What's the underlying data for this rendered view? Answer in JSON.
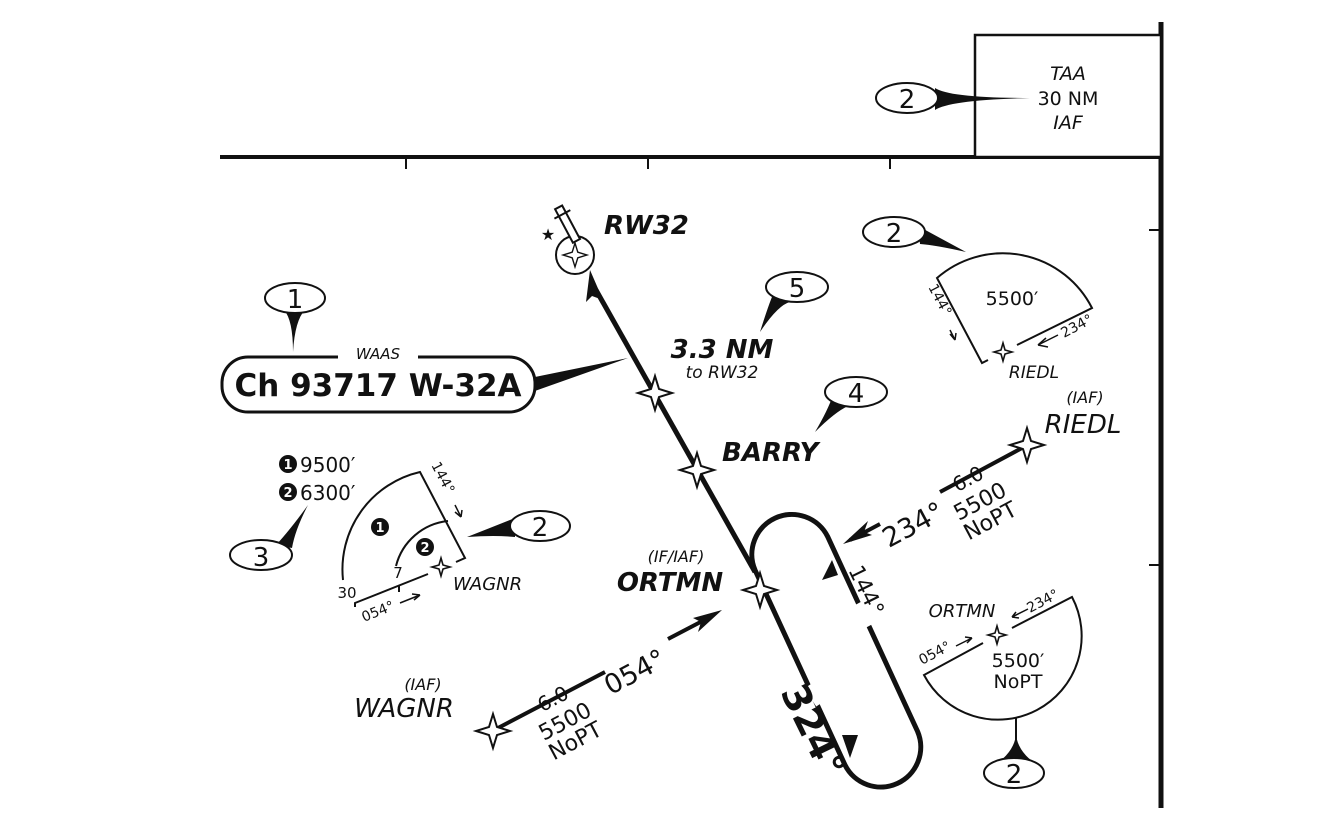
{
  "taa_box": {
    "line1": "TAA",
    "line2": "30 NM",
    "line3": "IAF"
  },
  "callouts": {
    "taa": "2",
    "channel": "1",
    "distance": "5",
    "barry": "4",
    "riedl_sector": "2",
    "wagnr_sector": "2",
    "altitudes": "3",
    "ortmn_sector": "2"
  },
  "runway": {
    "label": "RW32"
  },
  "channel_box": {
    "caption": "WAAS",
    "text": "Ch 93717 W-32A"
  },
  "distance": {
    "value": "3.3 NM",
    "sub": "to RW32"
  },
  "fixes": {
    "barry": "BARRY",
    "ortmn": {
      "role": "(IF/IAF)",
      "name": "ORTMN"
    },
    "riedl": {
      "role": "(IAF)",
      "name": "RIEDL"
    },
    "wagnr": {
      "role": "(IAF)",
      "name": "WAGNR"
    }
  },
  "legs": {
    "riedl": {
      "course": "234°",
      "dist": "6.0",
      "alt": "5500",
      "note": "NoPT"
    },
    "wagnr": {
      "course": "054°",
      "dist": "6.0",
      "alt": "5500",
      "note": "NoPT"
    },
    "hold_out": "144°",
    "inbound": "324°"
  },
  "sector_riedl": {
    "alt": "5500′",
    "course_a": "144°",
    "course_b": "234°",
    "fix": "RIEDL"
  },
  "sector_wagnr": {
    "alt1_num": "1",
    "alt1": "9500′",
    "alt2_num": "2",
    "alt2": "6300′",
    "r_outer": "30",
    "r_inner": "7",
    "course_a": "144°",
    "course_b": "054°",
    "fix": "WAGNR",
    "sec1": "1",
    "sec2": "2"
  },
  "sector_ortmn": {
    "fix": "ORTMN",
    "course_a": "054°",
    "course_b": "234°",
    "alt": "5500′",
    "note": "NoPT"
  }
}
